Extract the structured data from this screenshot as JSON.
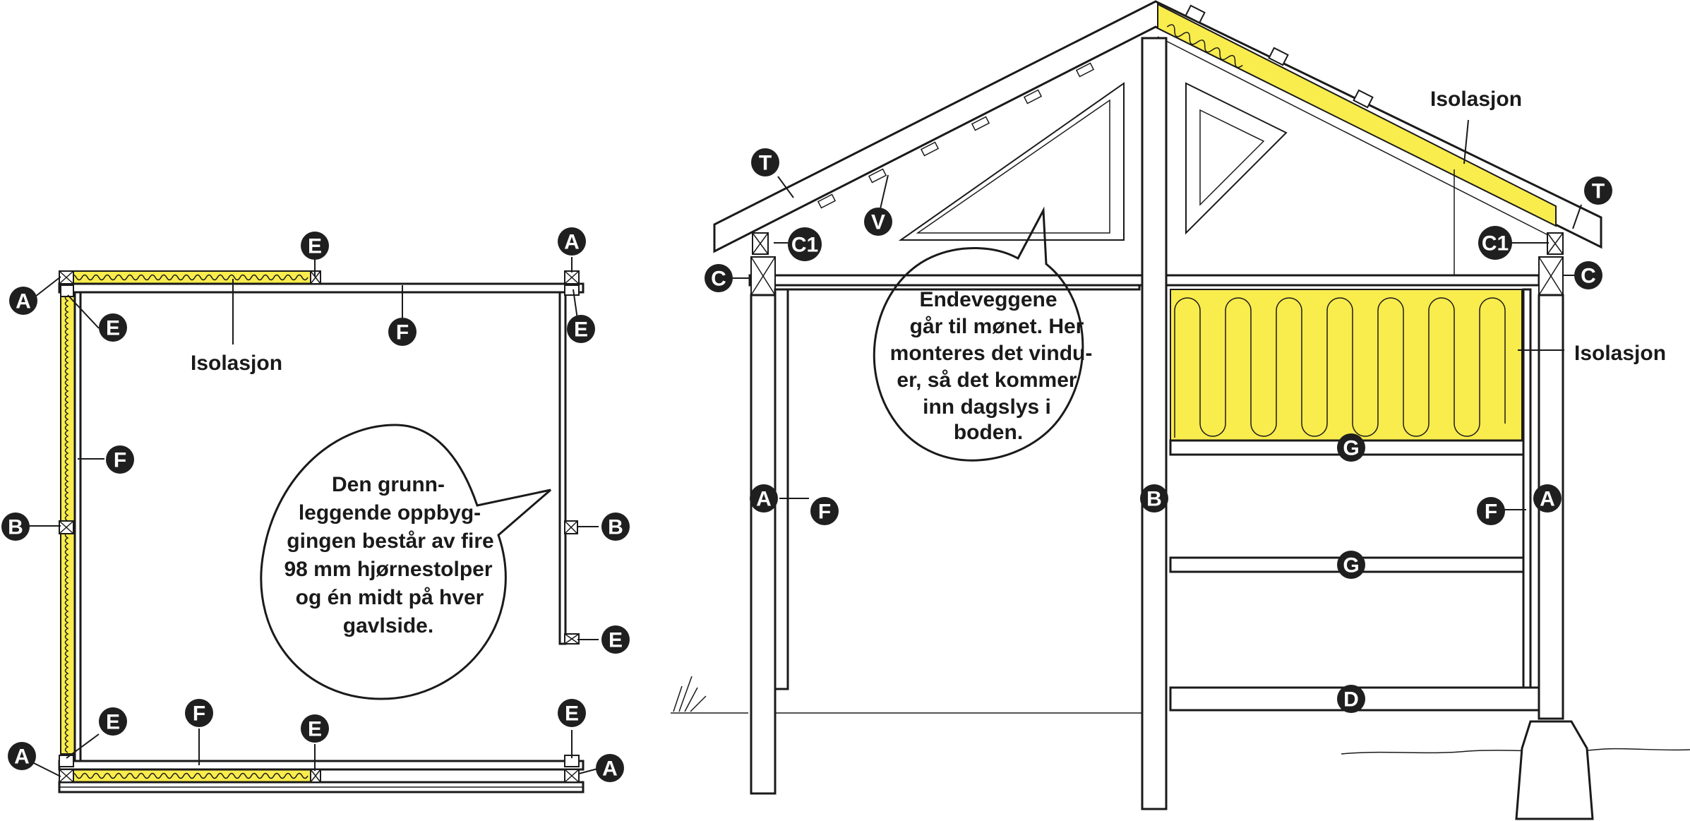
{
  "plan": {
    "insulation_label": "Isolasjon",
    "bubble_lines": [
      "Den grunn-",
      "leggende oppbyg-",
      "gingen består av fire",
      "98 mm hjørnestolper",
      "og én midt på hver",
      "gavlside."
    ],
    "badges": {
      "a_top_left": "A",
      "e_top_left": "E",
      "e_top_mid": "E",
      "f_top": "F",
      "a_top_right": "A",
      "e_top_right": "E",
      "f_left": "F",
      "b_left": "B",
      "b_right": "B",
      "e_right_low": "E",
      "e_bottom_left": "E",
      "f_bottom": "F",
      "e_bottom_mid": "E",
      "e_bottom_right": "E",
      "a_bottom_left": "A",
      "a_bottom_right": "A"
    }
  },
  "section": {
    "insulation_roof_label": "Isolasjon",
    "insulation_wall_label": "Isolasjon",
    "bubble_lines": [
      "Endeveggene",
      "går til mønet. Her",
      "monteres det vindu-",
      "er, så det kommer",
      "inn dagslys i",
      "boden."
    ],
    "badges": {
      "t_left": "T",
      "v": "V",
      "c1_left": "C1",
      "c_left": "C",
      "a_left": "A",
      "f_left": "F",
      "b_center": "B",
      "t_right": "T",
      "c1_right": "C1",
      "c_right": "C",
      "g_top": "G",
      "f_right": "F",
      "a_right": "A",
      "g_mid": "G",
      "d": "D"
    }
  },
  "colors": {
    "insulation": "#f9ec4d",
    "ink": "#1a1a1a",
    "background": "#ffffff"
  }
}
